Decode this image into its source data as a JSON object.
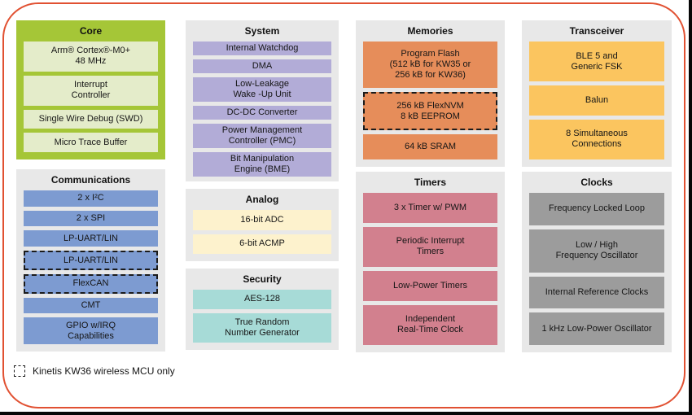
{
  "palette": {
    "frame": "#e15132",
    "section_bg": "#e8e8e8",
    "core_bg": "#a5c637",
    "core_item": "#e4ecca",
    "comms_item": "#7d9bd1",
    "system_item": "#b2acd7",
    "analog_item": "#fdf2cd",
    "security_item": "#a7dbd7",
    "memories_item": "#e68d5a",
    "timers_item": "#d2808e",
    "transceiver_item": "#fbc55f",
    "clocks_item": "#9c9c9c"
  },
  "legend": {
    "label": "Kinetis KW36 wireless MCU only"
  },
  "sections": {
    "core": {
      "title": "Core",
      "items": [
        {
          "label": "Arm® Cortex®-M0+\n48 MHz"
        },
        {
          "label": "Interrupt\nController"
        },
        {
          "label": "Single Wire Debug (SWD)"
        },
        {
          "label": "Micro Trace Buffer"
        }
      ]
    },
    "communications": {
      "title": "Communications",
      "items": [
        {
          "label": "2 x I²C"
        },
        {
          "label": "2 x SPI"
        },
        {
          "label": "LP-UART/LIN"
        },
        {
          "label": "LP-UART/LIN",
          "dashed": true
        },
        {
          "label": "FlexCAN",
          "dashed": true
        },
        {
          "label": "CMT"
        },
        {
          "label": "GPIO w/IRQ\nCapabilities"
        }
      ]
    },
    "system": {
      "title": "System",
      "items": [
        {
          "label": "Internal Watchdog"
        },
        {
          "label": "DMA"
        },
        {
          "label": "Low-Leakage\nWake -Up Unit"
        },
        {
          "label": "DC-DC Converter"
        },
        {
          "label": "Power Management\nController (PMC)"
        },
        {
          "label": "Bit Manipulation\nEngine (BME)"
        }
      ]
    },
    "analog": {
      "title": "Analog",
      "items": [
        {
          "label": "16-bit ADC"
        },
        {
          "label": "6-bit ACMP"
        }
      ]
    },
    "security": {
      "title": "Security",
      "items": [
        {
          "label": "AES-128"
        },
        {
          "label": "True Random\nNumber Generator"
        }
      ]
    },
    "memories": {
      "title": "Memories",
      "items": [
        {
          "label": "Program Flash\n(512 kB for KW35 or\n256 kB for KW36)"
        },
        {
          "label": "256 kB FlexNVM\n8 kB EEPROM",
          "dashed": true
        },
        {
          "label": "64 kB SRAM"
        }
      ]
    },
    "timers": {
      "title": "Timers",
      "items": [
        {
          "label": "3 x Timer w/ PWM"
        },
        {
          "label": "Periodic Interrupt\nTimers"
        },
        {
          "label": "Low-Power Timers"
        },
        {
          "label": "Independent\nReal-Time Clock"
        }
      ]
    },
    "transceiver": {
      "title": "Transceiver",
      "items": [
        {
          "label": "BLE 5 and\nGeneric FSK"
        },
        {
          "label": "Balun"
        },
        {
          "label": "8 Simultaneous\nConnections"
        }
      ]
    },
    "clocks": {
      "title": "Clocks",
      "items": [
        {
          "label": "Frequency Locked Loop"
        },
        {
          "label": "Low / High\nFrequency Oscillator"
        },
        {
          "label": "Internal Reference Clocks"
        },
        {
          "label": "1 kHz Low-Power Oscillator"
        }
      ]
    }
  }
}
